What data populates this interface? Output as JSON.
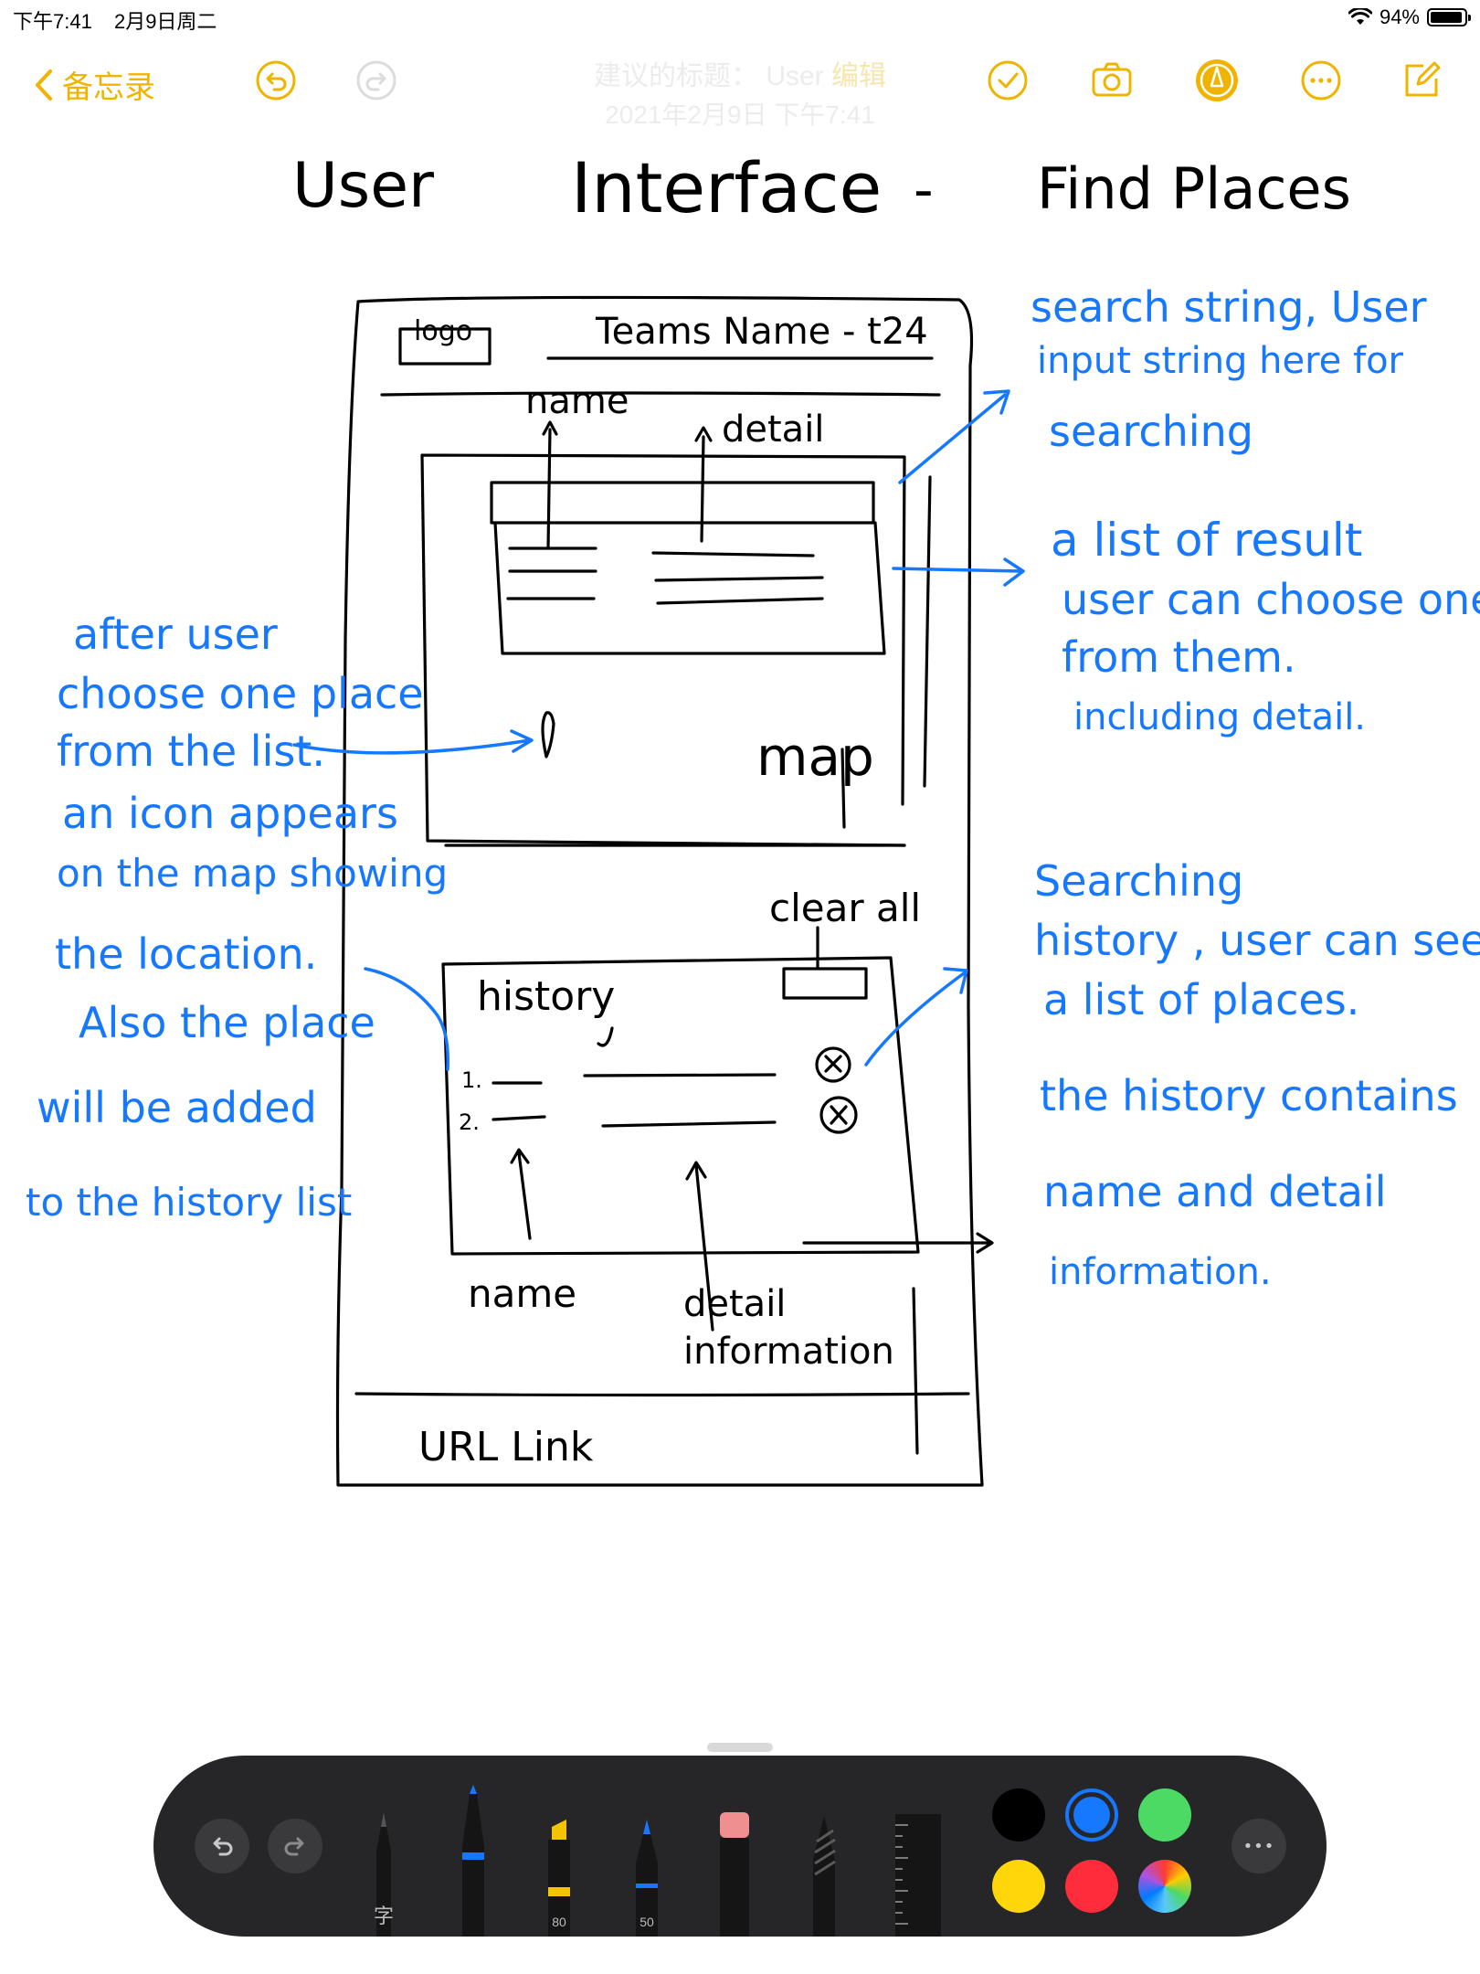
{
  "status_bar": {
    "time": "下午7:41",
    "date": "2月9日周二",
    "battery": "94%",
    "battery_level": 0.94
  },
  "toolbar": {
    "back_label": "备忘录",
    "note_title_part1": "建议的标题：",
    "note_title_part2": "User",
    "note_title_action": "编辑",
    "note_date": "2021年2月9日 下午7:41",
    "accent_color": "#F0B400",
    "icons": [
      "undo-icon",
      "redo-icon",
      "checklist-icon",
      "camera-icon",
      "markup-icon",
      "more-icon",
      "compose-icon"
    ]
  },
  "sketch": {
    "title_left": "User",
    "title_mid": "Interface",
    "title_dash": "-",
    "title_right": "Find Places",
    "wireframe": {
      "logo": "logo",
      "team_name": "Teams Name - t24",
      "col_name": "name",
      "col_detail": "detail",
      "map_label": "map",
      "clear_all": "clear all",
      "history_label": "history",
      "row1": "1.",
      "row2": "2.",
      "bottom_name": "name",
      "bottom_detail_1": "detail",
      "bottom_detail_2": "information",
      "footer": "URL Link"
    },
    "notes": {
      "search_1": "search string, User",
      "search_2": "input string here for",
      "search_3": "searching",
      "result_1": "a list of result",
      "result_2": "user can choose one",
      "result_3": "from them.",
      "result_4": "including detail.",
      "after_1": "after user",
      "after_2": "choose one place",
      "after_3": "from the list.",
      "after_4": "an icon appears",
      "after_5": "on the map showing",
      "after_6": "the location.",
      "after_7": "Also the place",
      "after_8": "will be added",
      "after_9": "to the history list",
      "history_1": "Searching",
      "history_2": "history , user can see",
      "history_3": "a list of places.",
      "history_4": "the history contains",
      "history_5": "name and detail",
      "history_6": "information."
    },
    "ink_color": "#000000",
    "note_color": "#1677FF"
  },
  "palette": {
    "tools": [
      {
        "name": "text-pen",
        "label": "字"
      },
      {
        "name": "pen",
        "label": ""
      },
      {
        "name": "marker",
        "label": "80"
      },
      {
        "name": "pencil",
        "label": "50"
      },
      {
        "name": "eraser",
        "label": ""
      },
      {
        "name": "lasso",
        "label": ""
      },
      {
        "name": "ruler",
        "label": ""
      }
    ],
    "colors": [
      "#000000",
      "#1677FF",
      "#4CD964",
      "#FFD60A",
      "#FF2D3B"
    ],
    "selected_color": "#1677FF",
    "more_label": "•••"
  }
}
